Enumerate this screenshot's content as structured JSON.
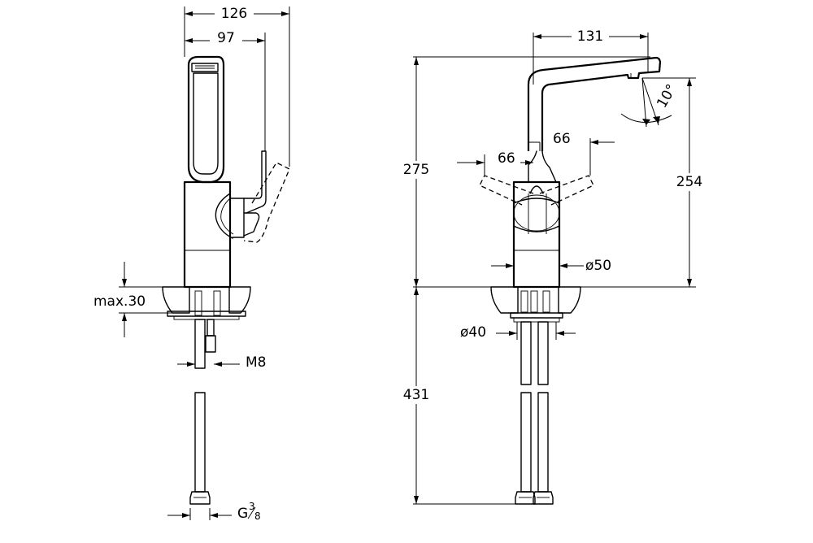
{
  "dimensions": {
    "overall_width": "126",
    "lever_reach": "97",
    "spout_reach": "131",
    "overall_height": "275",
    "spout_height": "254",
    "lever_angle_left": "66",
    "lever_angle_right": "66",
    "spout_angle": "10°",
    "body_diameter": "ø50",
    "hole_diameter": "ø40",
    "max_counter_thickness": "max.30",
    "hose_length": "431",
    "stud_thread": "M8",
    "hose_connector_main": "G",
    "hose_connector_num": "3",
    "hose_connector_den": "8"
  }
}
